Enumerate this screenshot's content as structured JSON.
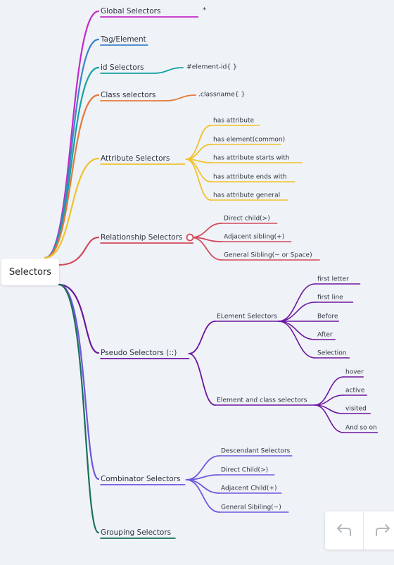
{
  "root": {
    "label": "Selectors"
  },
  "colors": {
    "magenta": "#c12bc9",
    "blue": "#3c84c8",
    "teal": "#16a3a3",
    "orange": "#e3793a",
    "yellow": "#f0c22b",
    "red": "#d24b5c",
    "purple": "#6d169f",
    "violet": "#6f56df",
    "green": "#1b6f5b"
  },
  "branches": [
    {
      "label": "Global Selectors",
      "color": "magenta",
      "children": [
        "*"
      ]
    },
    {
      "label": "Tag/Element",
      "color": "blue",
      "children": []
    },
    {
      "label": "id Selectors",
      "color": "teal",
      "children": [
        "#element-id{    }"
      ]
    },
    {
      "label": "Class selectors",
      "color": "orange",
      "children": [
        ".classname{      }"
      ]
    },
    {
      "label": "Attribute  Selectors",
      "color": "yellow",
      "children": [
        "has attribute",
        "has element(common)",
        "has attribute starts with",
        "has attribute ends with",
        "has attribute general"
      ]
    },
    {
      "label": "Relationship Selectors",
      "color": "red",
      "collapsed_marker": true,
      "children": [
        "Direct child(>)",
        "Adjacent sibling(+)",
        "General Sibling(~ or Space)"
      ]
    },
    {
      "label": "Pseudo Selectors (::)",
      "color": "purple",
      "children": [
        {
          "label": "ELement Selectors",
          "children": [
            "first letter",
            "first line",
            "Before",
            "After",
            "Selection"
          ]
        },
        {
          "label": "Element and class selectors",
          "children": [
            "hover",
            "active",
            "visited",
            "And so on"
          ]
        }
      ]
    },
    {
      "label": "Combinator Selectors",
      "color": "violet",
      "children": [
        "Descendant Selectors",
        "Direct Child(>)",
        "Adjacent Child(+)",
        "General Sibiling(~)"
      ]
    },
    {
      "label": "Grouping Selectors",
      "color": "green",
      "children": []
    }
  ],
  "toolbar": {
    "undo_icon": "undo-arrow-icon",
    "redo_icon": "redo-arrow-icon"
  }
}
